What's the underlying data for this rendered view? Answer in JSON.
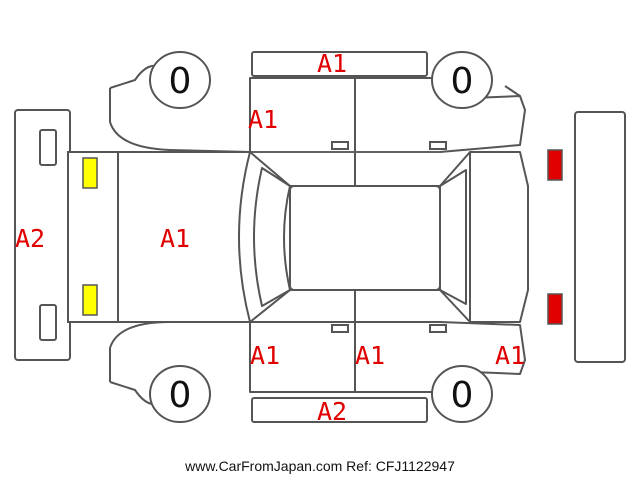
{
  "colors": {
    "damage_label": "#e00000",
    "lamp_front": "#ffff00",
    "lamp_rear": "#e00000",
    "outline": "#555555"
  },
  "tires": {
    "front_left": "0",
    "front_right": "0",
    "rear_left": "0",
    "rear_right": "0"
  },
  "labels": {
    "roof_top": "A1",
    "left_front_door": "A1",
    "front_bumper": "A2",
    "hood": "A1",
    "right_front_fender": "A1",
    "right_front_door": "A1",
    "right_rear_quarter": "A1",
    "right_side_sill": "A2"
  },
  "footer": {
    "site": "www.CarFromJapan.com",
    "ref": "Ref: CFJ1122947"
  }
}
